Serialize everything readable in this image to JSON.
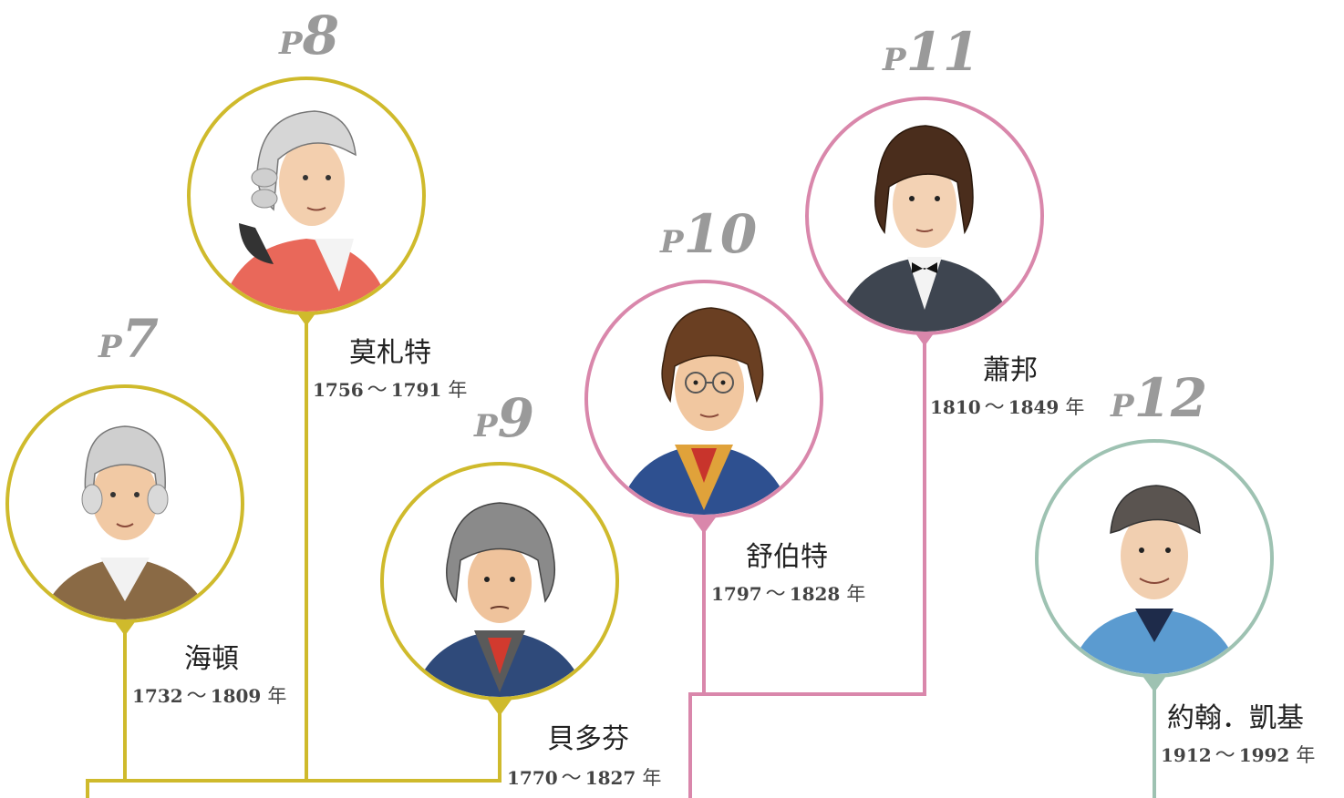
{
  "colors": {
    "classical": "#cfba2c",
    "romantic": "#d987ab",
    "modern": "#9ec2b2"
  },
  "composers": [
    {
      "id": "haydn",
      "page_prefix": "P",
      "page_num": "7",
      "name": "海頓",
      "birth": "1732",
      "death": "1809",
      "tilde": "～",
      "year_unit": "年",
      "icon": "haydn-portrait",
      "era": "classical"
    },
    {
      "id": "mozart",
      "page_prefix": "P",
      "page_num": "8",
      "name": "莫札特",
      "birth": "1756",
      "death": "1791",
      "tilde": "～",
      "year_unit": "年",
      "icon": "mozart-portrait",
      "era": "classical"
    },
    {
      "id": "beethoven",
      "page_prefix": "P",
      "page_num": "9",
      "name": "貝多芬",
      "birth": "1770",
      "death": "1827",
      "tilde": "～",
      "year_unit": "年",
      "icon": "beethoven-portrait",
      "era": "classical"
    },
    {
      "id": "schubert",
      "page_prefix": "P",
      "page_num": "10",
      "name": "舒伯特",
      "birth": "1797",
      "death": "1828",
      "tilde": "～",
      "year_unit": "年",
      "icon": "schubert-portrait",
      "era": "romantic"
    },
    {
      "id": "chopin",
      "page_prefix": "P",
      "page_num": "11",
      "name": "蕭邦",
      "birth": "1810",
      "death": "1849",
      "tilde": "～",
      "year_unit": "年",
      "icon": "chopin-portrait",
      "era": "romantic"
    },
    {
      "id": "cage",
      "page_prefix": "P",
      "page_num": "12",
      "name": "約翰．凱基",
      "birth": "1912",
      "death": "1992",
      "tilde": "～",
      "year_unit": "年",
      "icon": "cage-portrait",
      "era": "modern"
    }
  ]
}
